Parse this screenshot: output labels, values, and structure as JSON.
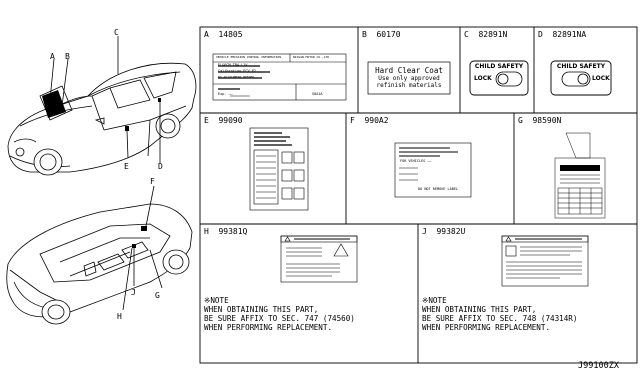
{
  "diagram": {
    "car_callouts": {
      "top": [
        "A",
        "B",
        "C",
        "D",
        "E"
      ],
      "bottom": [
        "F",
        "G",
        "H",
        "J"
      ]
    },
    "cells": [
      {
        "letter": "A",
        "part": "14805"
      },
      {
        "letter": "B",
        "part": "60170"
      },
      {
        "letter": "C",
        "part": "82891N"
      },
      {
        "letter": "D",
        "part": "82891NA"
      },
      {
        "letter": "E",
        "part": "99090"
      },
      {
        "letter": "F",
        "part": "990A2"
      },
      {
        "letter": "G",
        "part": "98590N"
      },
      {
        "letter": "H",
        "part": "99381Q"
      },
      {
        "letter": "J",
        "part": "99382U"
      }
    ],
    "label_A": {
      "row1": "VEHICLE EMISSION CONTROL INFORMATION",
      "brand": "NISSAN MOTOR CO.,LTD",
      "row2": "EL&ECM   TBA   L1V",
      "row3": "Calibration  ECV  P2",
      "row4": "NO ADJUSTMENT NEEDED",
      "row5": "Exp. ——",
      "code": "S0A1A"
    },
    "label_B": {
      "line1": "Hard Clear Coat",
      "line2": "Use only approved",
      "line3": "refinish materials"
    },
    "label_C": {
      "title": "CHILD SAFETY",
      "lock": "LOCK"
    },
    "label_D": {
      "title": "CHILD SAFETY",
      "lock": "LOCK"
    },
    "label_F": {
      "for_vehicles": "FOR VEHICLES ——",
      "bottom": "DO NOT REMOVE LABEL"
    },
    "note_H": {
      "l1": "※NOTE",
      "l2": "WHEN OBTAINING THIS PART,",
      "l3": "BE SURE AFFIX TO SEC. 747 (74560)",
      "l4": "WHEN PERFORMING REPLACEMENT."
    },
    "note_J": {
      "l1": "※NOTE",
      "l2": "WHEN OBTAINING THIS PART,",
      "l3": "BE SURE AFFIX TO SEC. 748 (74314R)",
      "l4": "WHEN PERFORMING REPLACEMENT."
    },
    "ref_code": "J99100ZX"
  }
}
